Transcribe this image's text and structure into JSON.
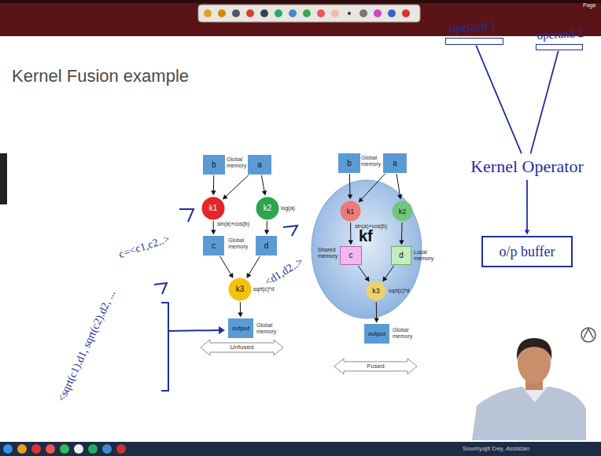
{
  "diagram": {
    "title": "Kernel Fusion example",
    "nodes": [
      {
        "text": [
          "b"
        ]
      },
      {
        "text": [
          "a"
        ]
      },
      {
        "text": [
          "k1",
          "sin(a)+cos(b)"
        ]
      },
      {
        "text": [
          "k2",
          "log(a)"
        ]
      },
      {
        "text": [
          "c"
        ]
      },
      {
        "text": [
          "d"
        ]
      },
      {
        "text": [
          "k3",
          "sqrt(c)*d"
        ]
      },
      {
        "text": [
          "output"
        ]
      },
      {
        "text": [
          "Unfused"
        ]
      },
      {
        "text": [
          "b"
        ]
      },
      {
        "text": [
          "a"
        ]
      },
      {
        "text": [
          "kf"
        ]
      },
      {
        "text": [
          "k1",
          "sin(a)+cos(b)"
        ],
        "in": 11
      },
      {
        "text": [
          "k2"
        ],
        "in": 11
      },
      {
        "text": [
          "c",
          "Shared memory"
        ],
        "in": 11
      },
      {
        "text": [
          "d",
          "Local memory"
        ],
        "in": 11
      },
      {
        "text": [
          "k3",
          "sqrt(c)*d"
        ],
        "in": 11
      },
      {
        "text": [
          "output"
        ]
      },
      {
        "text": [
          "Fused"
        ]
      },
      {
        "text": [
          "operand 1"
        ]
      },
      {
        "text": [
          "operand 2"
        ]
      },
      {
        "text": [
          "Kernel Operator"
        ]
      },
      {
        "text": [
          "o/p buffer"
        ]
      }
    ],
    "edges": [
      {
        "from": 0,
        "to": 2,
        "arrow": "to"
      },
      {
        "from": 1,
        "to": 2,
        "arrow": "to"
      },
      {
        "from": 1,
        "to": 3,
        "arrow": "to"
      },
      {
        "from": 2,
        "to": 4,
        "arrow": "to"
      },
      {
        "from": 3,
        "to": 5,
        "arrow": "to"
      },
      {
        "from": 4,
        "to": 6,
        "arrow": "to"
      },
      {
        "from": 5,
        "to": 6,
        "arrow": "to"
      },
      {
        "from": 6,
        "to": 7,
        "arrow": "to"
      },
      {
        "from": 9,
        "to": 12,
        "arrow": "to"
      },
      {
        "from": 10,
        "to": 12,
        "arrow": "to"
      },
      {
        "from": 10,
        "to": 13,
        "arrow": "to"
      },
      {
        "from": 12,
        "to": 14,
        "arrow": "to"
      },
      {
        "from": 13,
        "to": 15,
        "arrow": "to"
      },
      {
        "from": 14,
        "to": 16,
        "arrow": "to"
      },
      {
        "from": 15,
        "to": 16,
        "arrow": "to"
      },
      {
        "from": 16,
        "to": 17,
        "arrow": "to"
      },
      {
        "from": 19,
        "to": 21,
        "arrow": "none"
      },
      {
        "from": 20,
        "to": 21,
        "arrow": "none"
      },
      {
        "from": 21,
        "to": 22,
        "arrow": "to"
      }
    ],
    "labels": [
      "Global memory",
      "Global memory",
      "Global memory",
      "Global memory",
      "Global memory",
      "c=<c1,c2..>",
      "<d1,d2..>",
      "<sqrt(c1).d1, sqrt(c2).d2, ...",
      "Page",
      "Soumyajit Dey, Assistan"
    ]
  }
}
